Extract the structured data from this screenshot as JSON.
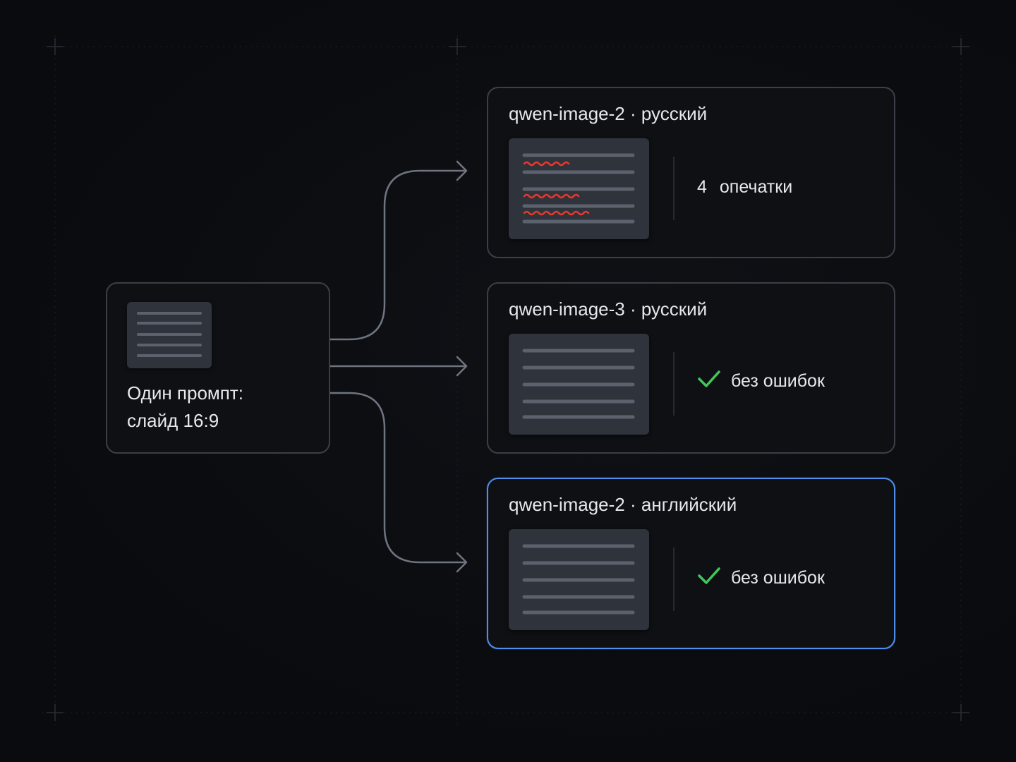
{
  "source": {
    "label_line1": "Один промпт:",
    "label_line2": "слайд 16:9"
  },
  "results": [
    {
      "title": "qwen-image-2 · русский",
      "status_count": "4",
      "status_text": "опечатки",
      "status_type": "typos",
      "highlighted": false
    },
    {
      "title": "qwen-image-3 · русский",
      "status_text": "без ошибок",
      "status_type": "ok",
      "highlighted": false
    },
    {
      "title": "qwen-image-2 · английский",
      "status_text": "без ошибок",
      "status_type": "ok",
      "highlighted": true
    }
  ],
  "colors": {
    "background": "#0a0b0e",
    "card_border": "#3a3f48",
    "highlight_border": "#4f8ef0",
    "typo_wave": "#e5392f",
    "check": "#3ec95a",
    "text": "#e6e8ec"
  },
  "icons": {
    "check": "check-icon",
    "typo": "wavy-underline-icon",
    "document": "document-icon",
    "arrow": "arrow-right-icon"
  }
}
